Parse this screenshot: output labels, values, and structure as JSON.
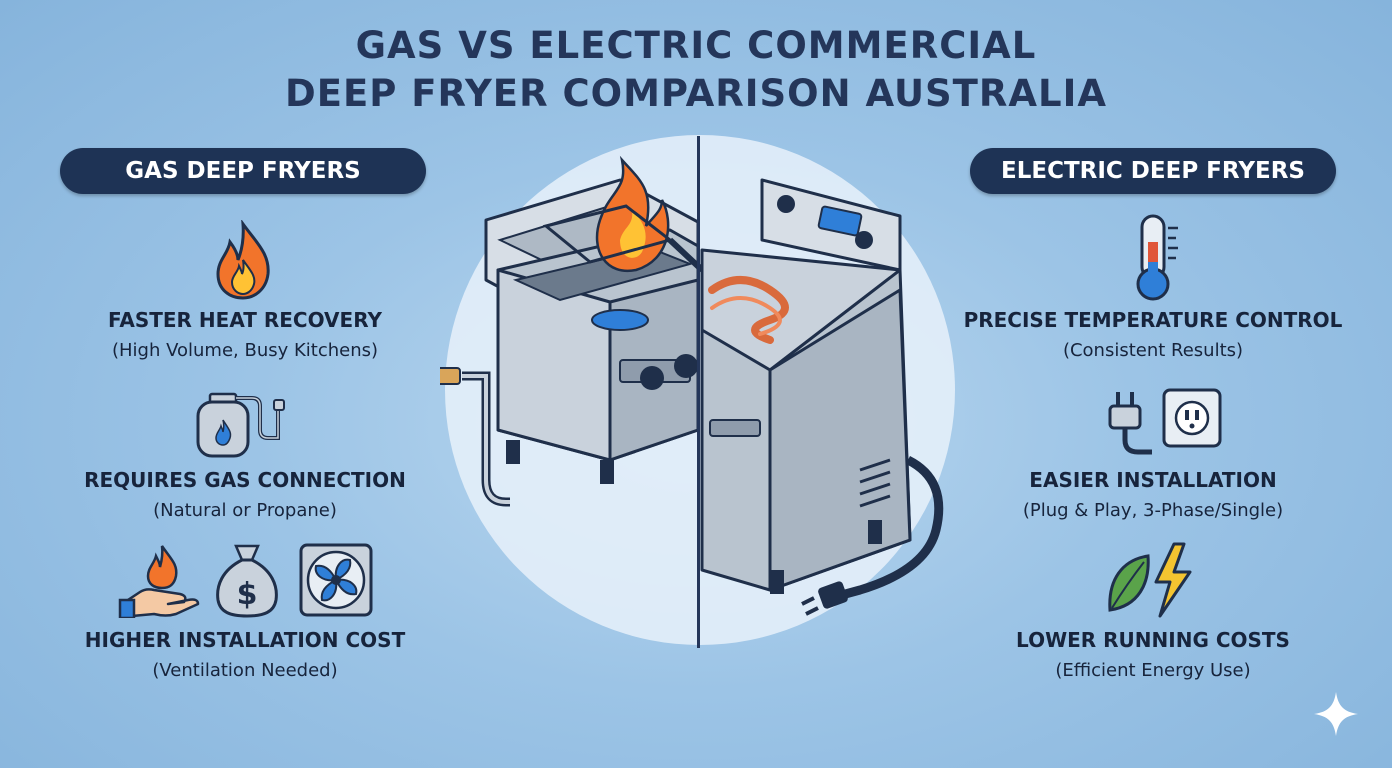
{
  "title": {
    "line1": "GAS VS ELECTRIC COMMERCIAL",
    "line2": "DEEP FRYER COMPARISON AUSTRALIA"
  },
  "gas": {
    "heading": "GAS DEEP FRYERS",
    "features": [
      {
        "title": "FASTER HEAT RECOVERY",
        "subtitle": "(High Volume, Busy Kitchens)",
        "icon": "flame-icon"
      },
      {
        "title": "REQUIRES GAS CONNECTION",
        "subtitle": "(Natural or Propane)",
        "icon": "gas-cylinder-icon"
      },
      {
        "title": "HIGHER INSTALLATION COST",
        "subtitle": "(Ventilation Needed)",
        "icon": "money-bag-icon"
      }
    ]
  },
  "electric": {
    "heading": "ELECTRIC DEEP FRYERS",
    "features": [
      {
        "title": "PRECISE TEMPERATURE CONTROL",
        "subtitle": "(Consistent Results)",
        "icon": "thermometer-icon"
      },
      {
        "title": "EASIER INSTALLATION",
        "subtitle": "(Plug & Play, 3-Phase/Single)",
        "icon": "power-outlet-icon"
      },
      {
        "title": "LOWER RUNNING COSTS",
        "subtitle": "(Efficient Energy Use)",
        "icon": "leaf-bolt-icon"
      }
    ]
  },
  "money_symbol": "$",
  "colors": {
    "background": "#9cc4e6",
    "heading_pill": "#1e3355",
    "title": "#24365a",
    "flame": "#f2742b",
    "steel": "#c9d2dc"
  }
}
